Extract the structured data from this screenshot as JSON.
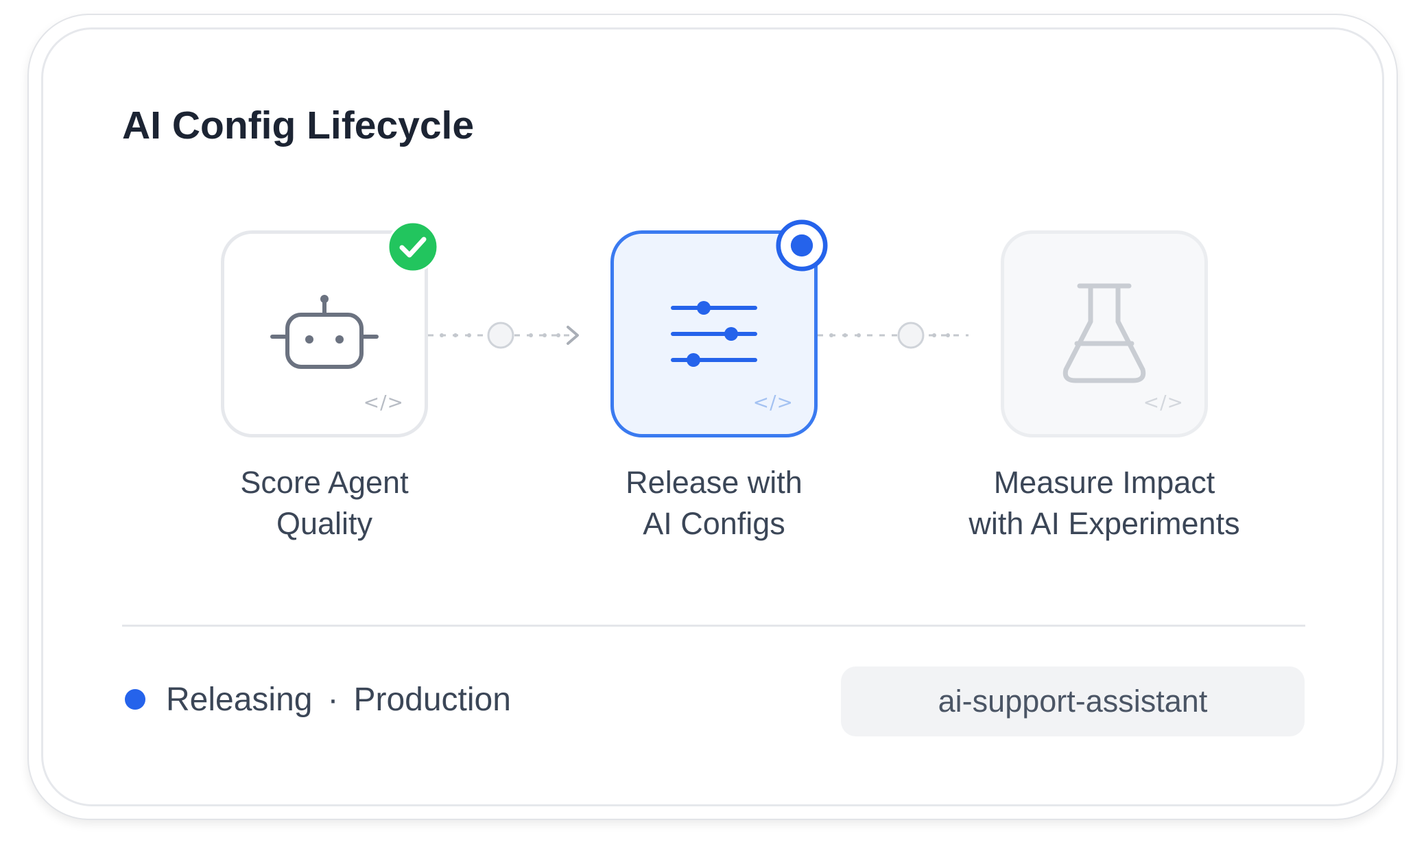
{
  "title": "AI Config Lifecycle",
  "steps": [
    {
      "label_line1": "Score Agent",
      "label_line2": "Quality",
      "icon": "robot-icon",
      "state": "completed",
      "code_glyph": "</>"
    },
    {
      "label_line1": "Release with",
      "label_line2": "AI Configs",
      "icon": "sliders-icon",
      "state": "current",
      "code_glyph": "</>"
    },
    {
      "label_line1": "Measure Impact",
      "label_line2": "with AI Experiments",
      "icon": "flask-icon",
      "state": "pending",
      "code_glyph": "</>"
    }
  ],
  "status": {
    "stage": "Releasing",
    "separator": "·",
    "environment": "Production"
  },
  "config_key": "ai-support-assistant",
  "colors": {
    "accent": "#2563eb",
    "active_border": "#3a7af0",
    "active_fill": "#eef4fe",
    "success": "#22c55e",
    "text": "#3b4657",
    "title": "#1c2433"
  }
}
